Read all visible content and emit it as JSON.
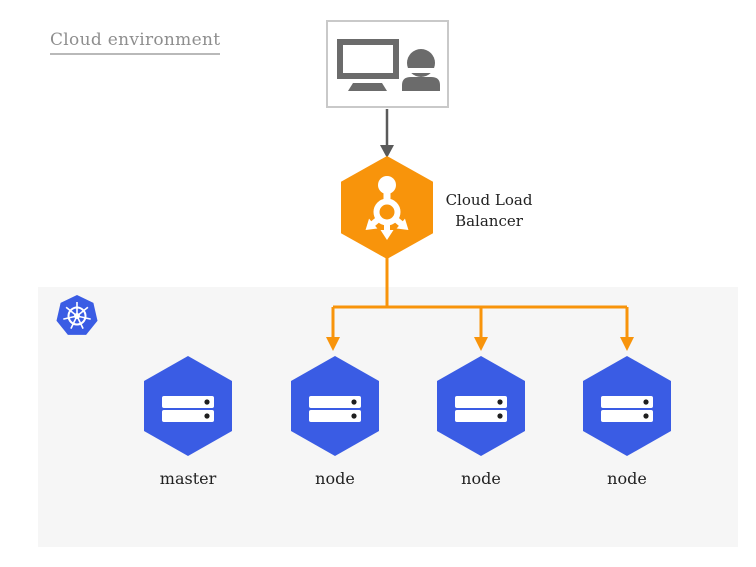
{
  "title": "Cloud environment",
  "colors": {
    "accent_orange": "#F8940B",
    "node_blue": "#3A5CE4",
    "panel_gray": "#F6F6F6",
    "icon_gray": "#6B6B6B",
    "arrow_gray": "#5A5A5A",
    "text_dark": "#222222",
    "text_muted": "#8E8E8E"
  },
  "user_box": {
    "icon": "workstation-user-icon"
  },
  "load_balancer": {
    "label": "Cloud Load Balancer",
    "icon": "load-balancer-icon"
  },
  "cluster": {
    "icon": "kubernetes-logo",
    "nodes": [
      {
        "label": "master",
        "icon": "server-icon",
        "receives_lb_arrow": false
      },
      {
        "label": "node",
        "icon": "server-icon",
        "receives_lb_arrow": true
      },
      {
        "label": "node",
        "icon": "server-icon",
        "receives_lb_arrow": true
      },
      {
        "label": "node",
        "icon": "server-icon",
        "receives_lb_arrow": true
      }
    ]
  }
}
